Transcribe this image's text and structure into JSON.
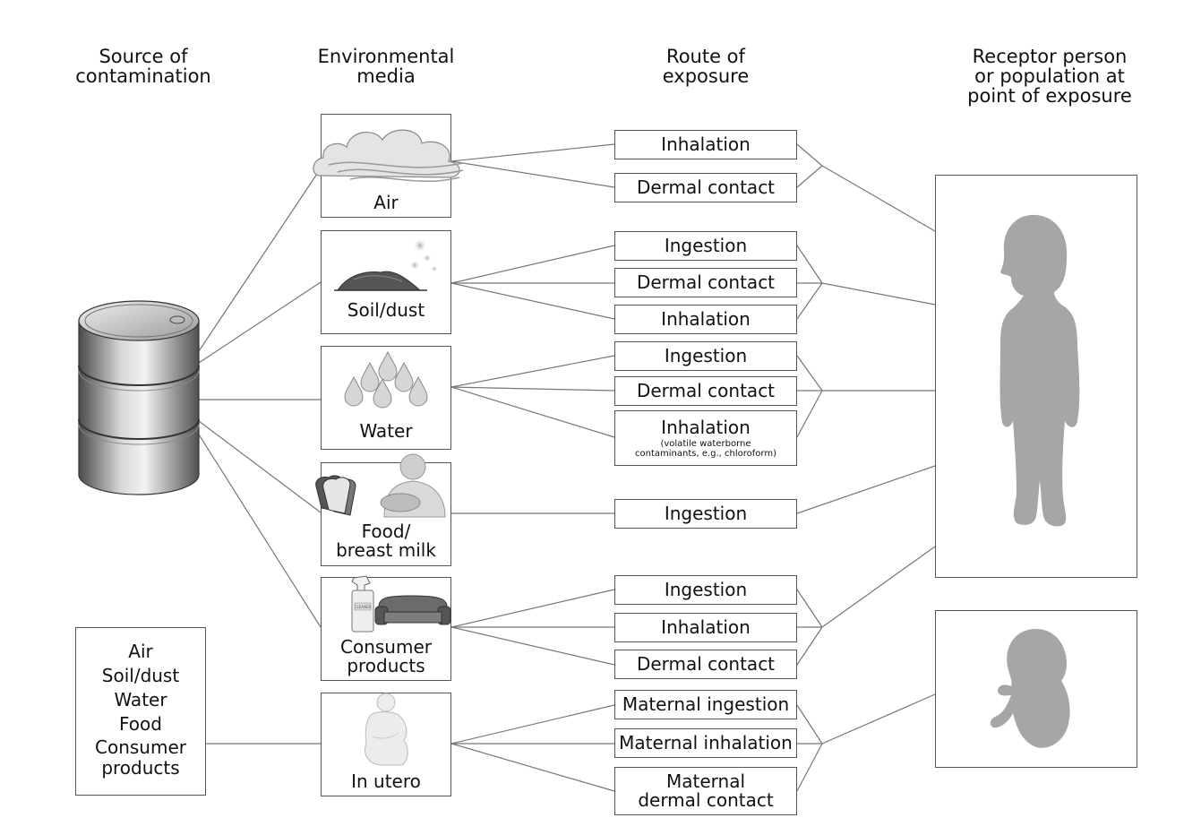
{
  "headers": {
    "source": "Source of\ncontamination",
    "media": "Environmental\nmedia",
    "route": "Route of\nexposure",
    "receptor": "Receptor person\nor population at\npoint of exposure"
  },
  "media": [
    {
      "label": "Air",
      "icon": "cloud-icon"
    },
    {
      "label": "Soil/dust",
      "icon": "soil-mound-icon"
    },
    {
      "label": "Water",
      "icon": "water-drops-icon"
    },
    {
      "label": "Food/\nbreast milk",
      "icon": "bread-and-nursing-mother-icon"
    },
    {
      "label": "Consumer\nproducts",
      "icon": "spray-bottle-and-sofa-icon"
    },
    {
      "label": "In utero",
      "icon": "pregnant-woman-icon"
    }
  ],
  "routes": [
    {
      "label": "Inhalation"
    },
    {
      "label": "Dermal contact"
    },
    {
      "label": "Ingestion"
    },
    {
      "label": "Dermal contact"
    },
    {
      "label": "Inhalation"
    },
    {
      "label": "Ingestion"
    },
    {
      "label": "Dermal contact"
    },
    {
      "label": "Inhalation",
      "note": "(volatile waterborne\ncontaminants, e.g., chloroform)"
    },
    {
      "label": "Ingestion"
    },
    {
      "label": "Ingestion"
    },
    {
      "label": "Inhalation"
    },
    {
      "label": "Dermal contact"
    },
    {
      "label": "Maternal ingestion"
    },
    {
      "label": "Maternal inhalation"
    },
    {
      "label": "Maternal\ndermal contact"
    }
  ],
  "other_sources": [
    "Air",
    "Soil/dust",
    "Water",
    "Food",
    "Consumer",
    "products"
  ],
  "icons": {
    "source": "oil-drum-icon",
    "receptor_child": "child-silhouette-icon",
    "receptor_fetus": "fetus-icon",
    "bottle_label": "CLEANER"
  },
  "colors": {
    "line": "#777777",
    "border": "#555555",
    "silhouette": "#a6a6a6"
  }
}
